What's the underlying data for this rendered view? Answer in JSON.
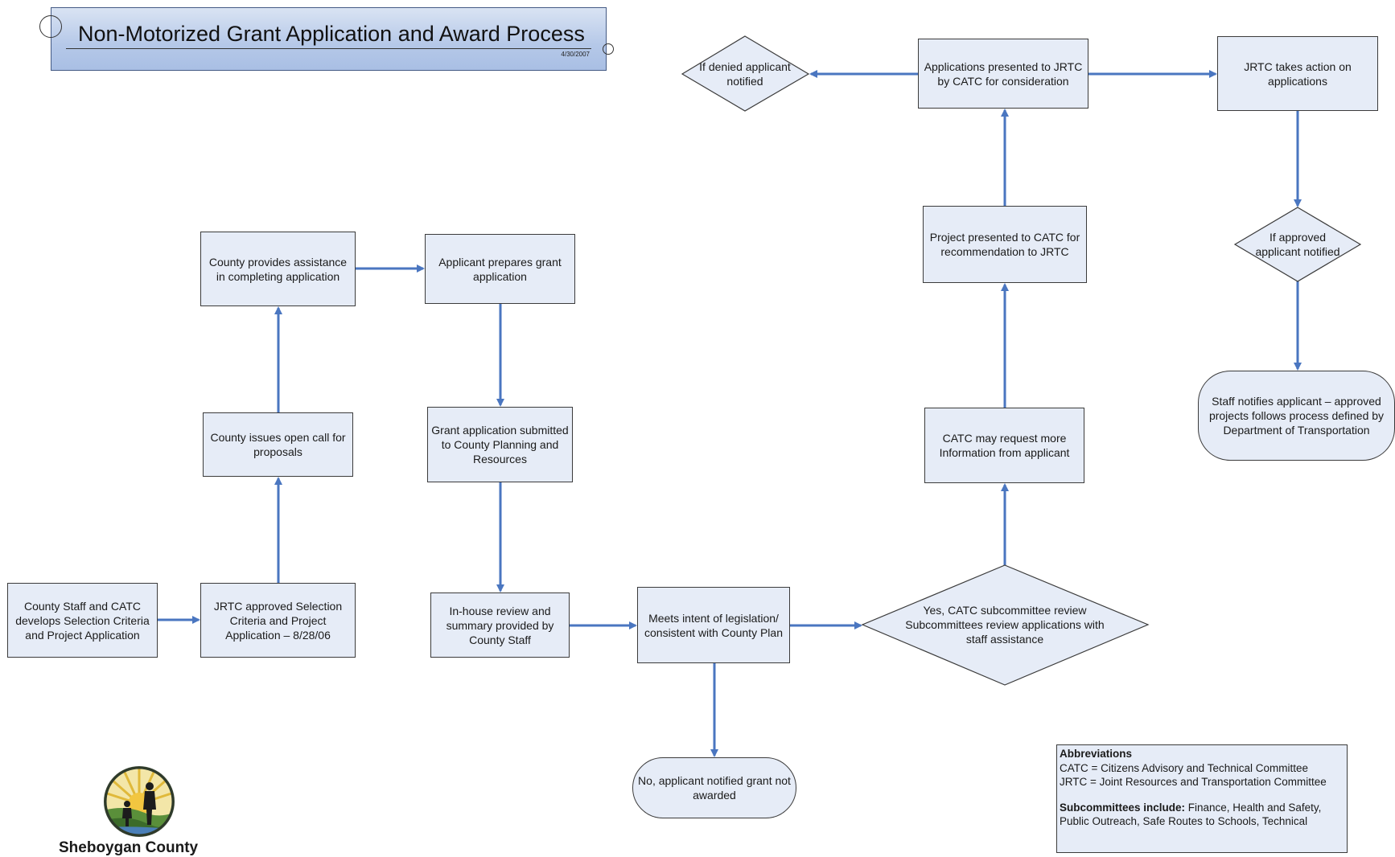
{
  "title": {
    "text": "Non-Motorized Grant Application and Award Process",
    "date": "4/30/2007"
  },
  "nodes": {
    "county_staff": "County Staff and CATC develops Selection Criteria and Project Application",
    "jrtc_approved": "JRTC approved Selection Criteria and Project Application – 8/28/06",
    "open_call": "County issues open call for proposals",
    "county_assist": "County provides assistance in completing application",
    "applicant_prepares": "Applicant prepares grant application",
    "submitted": "Grant application submitted to County Planning and Resources",
    "inhouse": "In-house review and summary provided  by County Staff",
    "meets_intent": "Meets intent of legislation/ consistent with County Plan",
    "not_awarded": "No, applicant notified grant not awarded",
    "subcommittee": "Yes, CATC  subcommittee review Subcommittees review applications with staff assistance",
    "request_info": "CATC may request more Information from applicant",
    "presented_catc": "Project presented to CATC for recommendation to JRTC",
    "presented_jrtc": "Applications presented to JRTC by CATC for consideration",
    "denied": "If denied applicant notified",
    "jrtc_action": "JRTC takes action on applications",
    "approved": "If approved applicant notified",
    "staff_notifies": "Staff notifies applicant – approved projects follows process defined by Department of Transportation"
  },
  "abbreviations": {
    "heading": "Abbreviations",
    "catc": "CATC = Citizens Advisory and Technical Committee",
    "jrtc": "JRTC = Joint Resources and Transportation Committee",
    "subcommittees_label": "Subcommittees include:",
    "subcommittees_list_1": "  Finance, Health and Safety,",
    "subcommittees_list_2": "Public Outreach, Safe Routes to Schools, Technical"
  },
  "logo": {
    "text": "Sheboygan County"
  },
  "colors": {
    "connector": "#4a76c0",
    "node_fill": "#e6ecf7",
    "title_fill": "#b5c8e8"
  }
}
